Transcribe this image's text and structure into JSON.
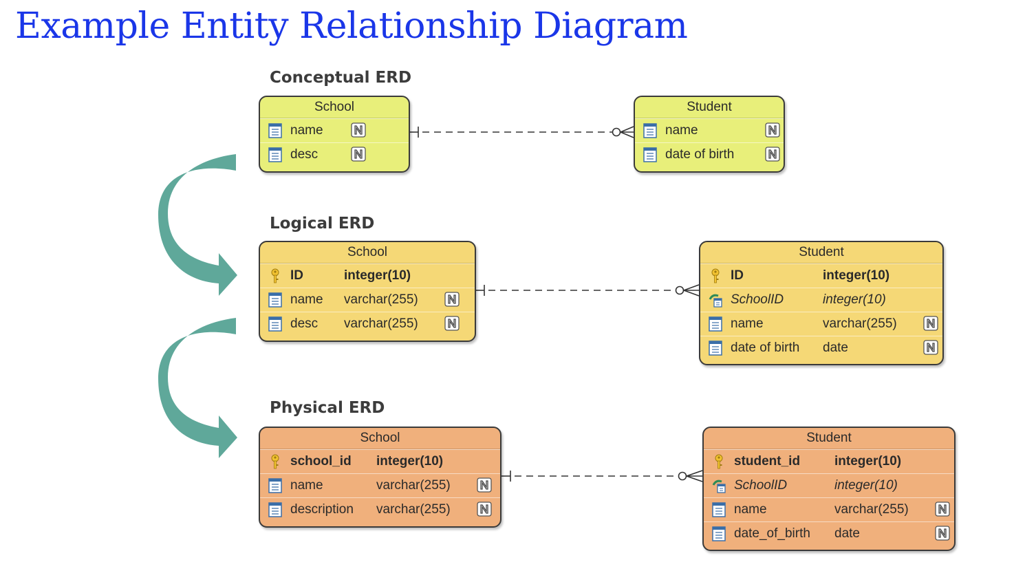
{
  "title": "Example Entity Relationship Diagram",
  "colors": {
    "title": "#1a36e8",
    "conceptual_fill": "#e8ef7a",
    "logical_fill": "#f5d876",
    "physical_fill": "#f0b07c",
    "arrow": "#5fa89a"
  },
  "sections": {
    "conceptual": {
      "label": "Conceptual ERD",
      "school": {
        "title": "School",
        "columns": [
          {
            "name": "name",
            "nullable": "N"
          },
          {
            "name": "desc",
            "nullable": "N"
          }
        ]
      },
      "student": {
        "title": "Student",
        "columns": [
          {
            "name": "name",
            "nullable": "N"
          },
          {
            "name": "date of birth",
            "nullable": "N"
          }
        ]
      }
    },
    "logical": {
      "label": "Logical ERD",
      "school": {
        "title": "School",
        "columns": [
          {
            "name": "ID",
            "type": "integer(10)"
          },
          {
            "name": "name",
            "type": "varchar(255)",
            "nullable": "N"
          },
          {
            "name": "desc",
            "type": "varchar(255)",
            "nullable": "N"
          }
        ]
      },
      "student": {
        "title": "Student",
        "columns": [
          {
            "name": "ID",
            "type": "integer(10)"
          },
          {
            "name": "SchoolID",
            "type": "integer(10)"
          },
          {
            "name": "name",
            "type": "varchar(255)",
            "nullable": "N"
          },
          {
            "name": "date of birth",
            "type": "date",
            "nullable": "N"
          }
        ]
      }
    },
    "physical": {
      "label": "Physical ERD",
      "school": {
        "title": "School",
        "columns": [
          {
            "name": "school_id",
            "type": "integer(10)"
          },
          {
            "name": "name",
            "type": "varchar(255)",
            "nullable": "N"
          },
          {
            "name": "description",
            "type": "varchar(255)",
            "nullable": "N"
          }
        ]
      },
      "student": {
        "title": "Student",
        "columns": [
          {
            "name": "student_id",
            "type": "integer(10)"
          },
          {
            "name": "SchoolID",
            "type": "integer(10)"
          },
          {
            "name": "name",
            "type": "varchar(255)",
            "nullable": "N"
          },
          {
            "name": "date_of_birth",
            "type": "date",
            "nullable": "N"
          }
        ]
      }
    }
  }
}
